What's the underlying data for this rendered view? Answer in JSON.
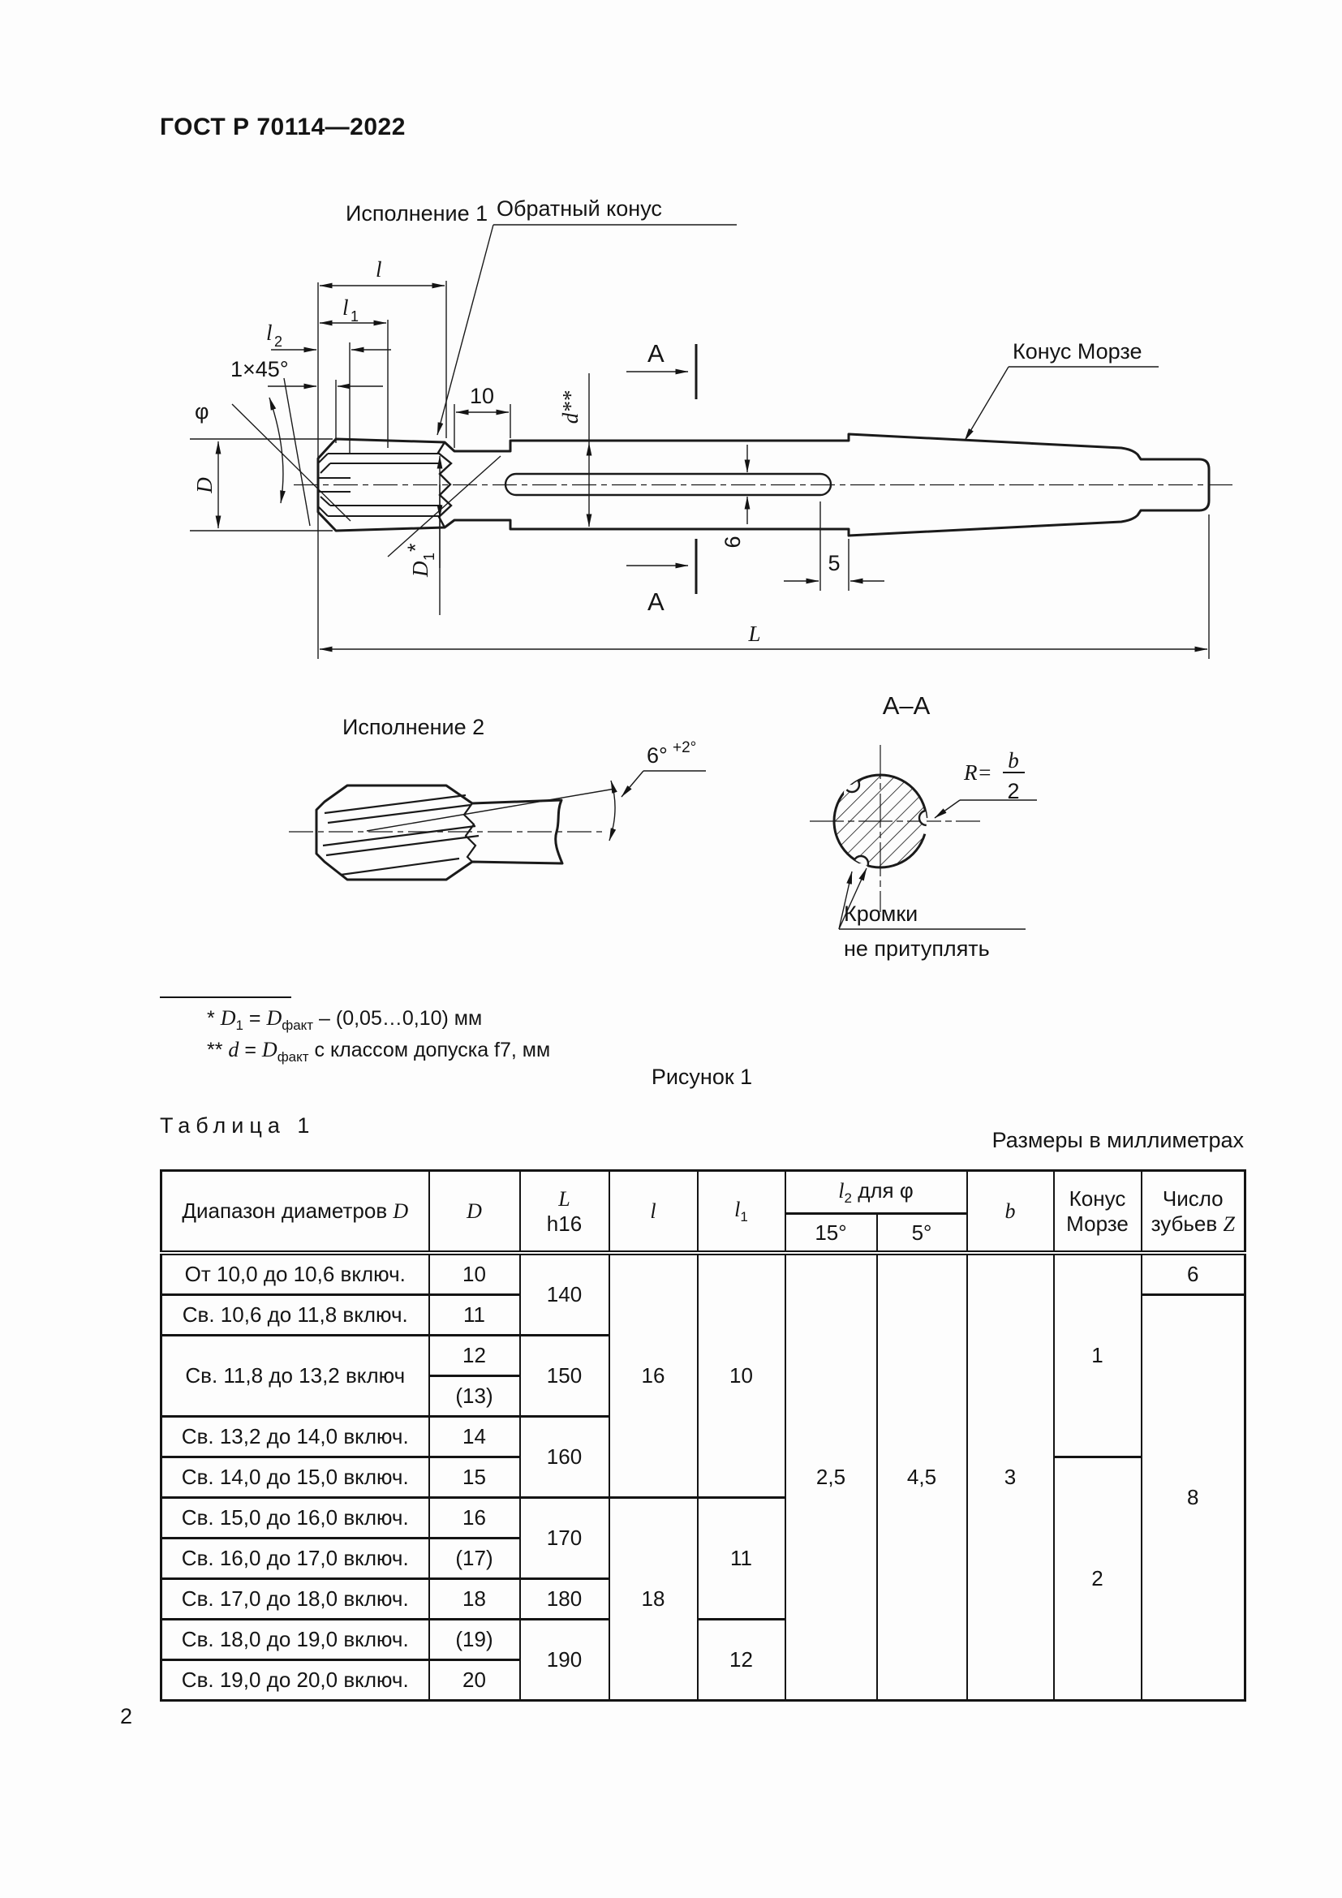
{
  "page": {
    "doc_number": "ГОСТ Р 70114—2022",
    "page_number": "2",
    "figure_caption": "Рисунок 1"
  },
  "figure": {
    "variant1_title": "Исполнение 1",
    "variant2_title": "Исполнение 2",
    "back_taper_label": "Обратный конус",
    "morse_taper_label": "Конус Морзе",
    "section_letter_top": "А",
    "section_letter_bottom": "А",
    "section_title": "А–А",
    "edges_note_line1": "Кромки",
    "edges_note_line2": "не притуплять",
    "radius_prefix": "R=",
    "radius_num": "b",
    "radius_den": "2",
    "dims": {
      "l": "l",
      "l1_base": "l",
      "l1_sub": "1",
      "l2_base": "l",
      "l2_sub": "2",
      "chamfer": "1×45°",
      "phi": "φ",
      "D": "D",
      "ten": "10",
      "d_star": "d**",
      "six": "6",
      "five": "5",
      "L": "L",
      "D1_base": "D",
      "D1_sub": "1",
      "D1_star": "*",
      "angle6": "6°",
      "angle6_sup": "+2°"
    }
  },
  "footnotes": {
    "fn1": {
      "marker": "* ",
      "var1": "D",
      "sub1": "1",
      "eq": " = ",
      "var2": "D",
      "sub2": "факт",
      "rest": " – (0,05…0,10) мм"
    },
    "fn2": {
      "marker": "** ",
      "var1": "d",
      "eq": " = ",
      "var2": "D",
      "sub2": "факт",
      "rest": " с классом допуска f7, мм"
    }
  },
  "table": {
    "caption": "Таблица 1",
    "units_note": "Размеры в миллиметрах",
    "head": {
      "range_prefix": "Диапазон диаметров ",
      "range_var": "D",
      "d_var": "D",
      "L_var": "L",
      "L_tol": "h16",
      "l_var": "l",
      "l1_base": "l",
      "l1_sub": "1",
      "l2_base": "l",
      "l2_sub": "2",
      "l2_suffix": " для φ",
      "deg15": "15°",
      "deg5": "5°",
      "b_var": "b",
      "morse_line1": "Конус",
      "morse_line2": "Морзе",
      "teeth_line1": "Число",
      "teeth_line2": "зубьев ",
      "teeth_var": "Z"
    },
    "rows": [
      {
        "range": "От 10,0 до 10,6 включ.",
        "d": "10",
        "L": "140",
        "l": "16",
        "l1": "10",
        "l2_15": "2,5",
        "l2_5": "4,5",
        "b": "3",
        "morse": "1",
        "z": "6"
      },
      {
        "range": "Св. 10,6 до 11,8 включ.",
        "d": "11",
        "z": "8"
      },
      {
        "range": "Св. 11,8 до 13,2 включ",
        "d": "12",
        "L": "150"
      },
      {
        "d": "(13)"
      },
      {
        "range": "Св. 13,2 до 14,0 включ.",
        "d": "14",
        "L": "160"
      },
      {
        "range": "Св. 14,0 до 15,0 включ.",
        "d": "15",
        "morse": "2"
      },
      {
        "range": "Св. 15,0 до 16,0 включ.",
        "d": "16",
        "L": "170",
        "l": "18",
        "l1": "11"
      },
      {
        "range": "Св. 16,0 до 17,0 включ.",
        "d": "(17)"
      },
      {
        "range": "Св. 17,0 до 18,0 включ.",
        "d": "18",
        "L": "180"
      },
      {
        "range": "Св. 18,0 до 19,0 включ.",
        "d": "(19)",
        "L": "190",
        "l1": "12"
      },
      {
        "range": "Св. 19,0 до 20,0 включ.",
        "d": "20"
      }
    ]
  }
}
